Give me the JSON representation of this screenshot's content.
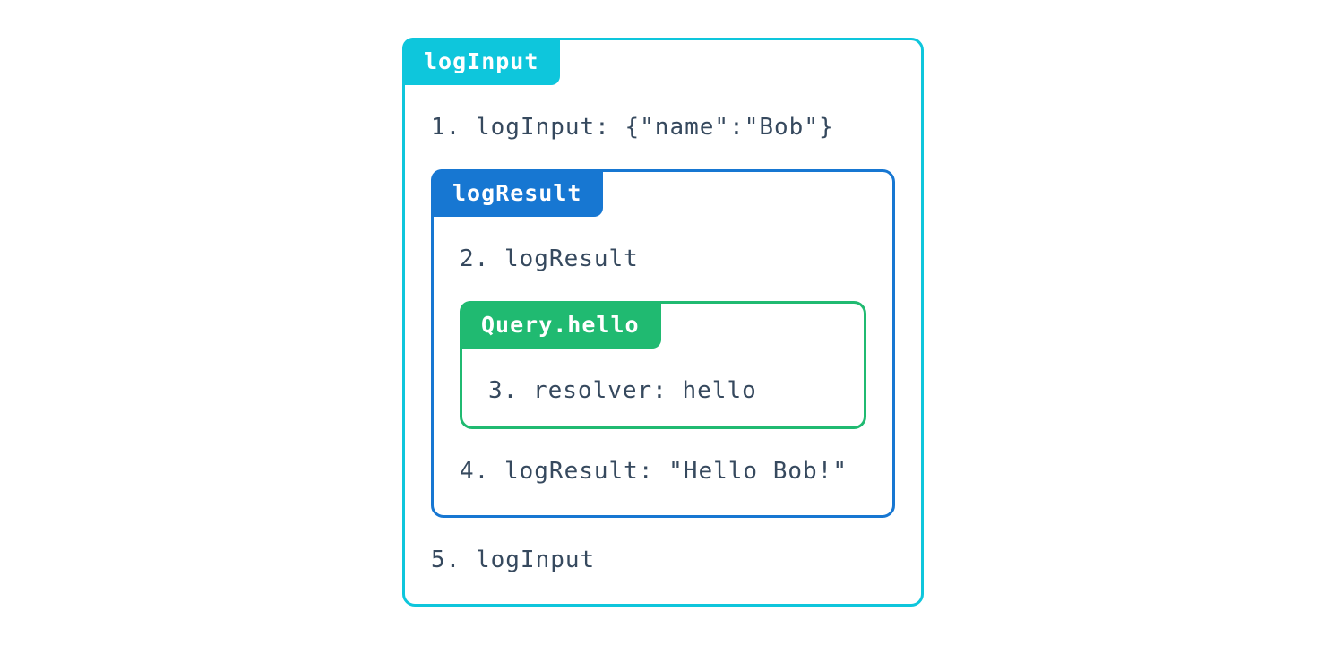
{
  "colors": {
    "outer_accent": "#0ec6dc",
    "middle_accent": "#1777d2",
    "inner_accent": "#20ba71",
    "text": "#36495e",
    "label_text": "#ffffff",
    "background": "#ffffff"
  },
  "boxes": {
    "log_input": {
      "label": "logInput",
      "line_before": "1. logInput: {\"name\":\"Bob\"}",
      "line_after": "5. logInput"
    },
    "log_result": {
      "label": "logResult",
      "line_before": "2. logResult",
      "line_after": "4. logResult: \"Hello Bob!\""
    },
    "query_hello": {
      "label": "Query.hello",
      "line": "3. resolver: hello"
    }
  }
}
